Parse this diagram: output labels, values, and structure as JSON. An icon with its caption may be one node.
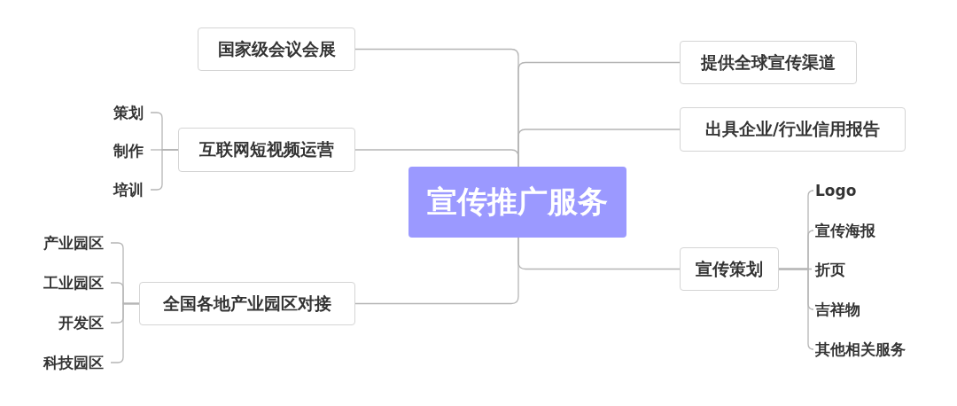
{
  "diagram": {
    "nodes": [
      {
        "text": [
          "宣传推广服务"
        ]
      },
      {
        "text": [
          "国家级会议会展"
        ]
      },
      {
        "text": [
          "互联网短视频运营"
        ]
      },
      {
        "text": [
          "策划"
        ]
      },
      {
        "text": [
          "制作"
        ]
      },
      {
        "text": [
          "培训"
        ]
      },
      {
        "text": [
          "全国各地产业园区对接"
        ]
      },
      {
        "text": [
          "产业园区"
        ]
      },
      {
        "text": [
          "工业园区"
        ]
      },
      {
        "text": [
          "开发区"
        ]
      },
      {
        "text": [
          "科技园区"
        ]
      },
      {
        "text": [
          "提供全球宣传渠道"
        ]
      },
      {
        "text": [
          "出具企业/行业信用报告"
        ]
      },
      {
        "text": [
          "宣传策划"
        ]
      },
      {
        "text": [
          "Logo"
        ]
      },
      {
        "text": [
          "宣传海报"
        ]
      },
      {
        "text": [
          "折页"
        ]
      },
      {
        "text": [
          "吉祥物"
        ]
      },
      {
        "text": [
          "其他相关服务"
        ]
      }
    ],
    "edges": [
      {
        "from": 0,
        "to": 1,
        "arrow": "none"
      },
      {
        "from": 0,
        "to": 2,
        "arrow": "none"
      },
      {
        "from": 0,
        "to": 6,
        "arrow": "none"
      },
      {
        "from": 0,
        "to": 11,
        "arrow": "none"
      },
      {
        "from": 0,
        "to": 12,
        "arrow": "none"
      },
      {
        "from": 0,
        "to": 13,
        "arrow": "none"
      },
      {
        "from": 2,
        "to": 3,
        "arrow": "none"
      },
      {
        "from": 2,
        "to": 4,
        "arrow": "none"
      },
      {
        "from": 2,
        "to": 5,
        "arrow": "none"
      },
      {
        "from": 6,
        "to": 7,
        "arrow": "none"
      },
      {
        "from": 6,
        "to": 8,
        "arrow": "none"
      },
      {
        "from": 6,
        "to": 9,
        "arrow": "none"
      },
      {
        "from": 6,
        "to": 10,
        "arrow": "none"
      },
      {
        "from": 13,
        "to": 14,
        "arrow": "none"
      },
      {
        "from": 13,
        "to": 15,
        "arrow": "none"
      },
      {
        "from": 13,
        "to": 16,
        "arrow": "none"
      },
      {
        "from": 13,
        "to": 17,
        "arrow": "none"
      },
      {
        "from": 13,
        "to": 18,
        "arrow": "none"
      }
    ]
  }
}
